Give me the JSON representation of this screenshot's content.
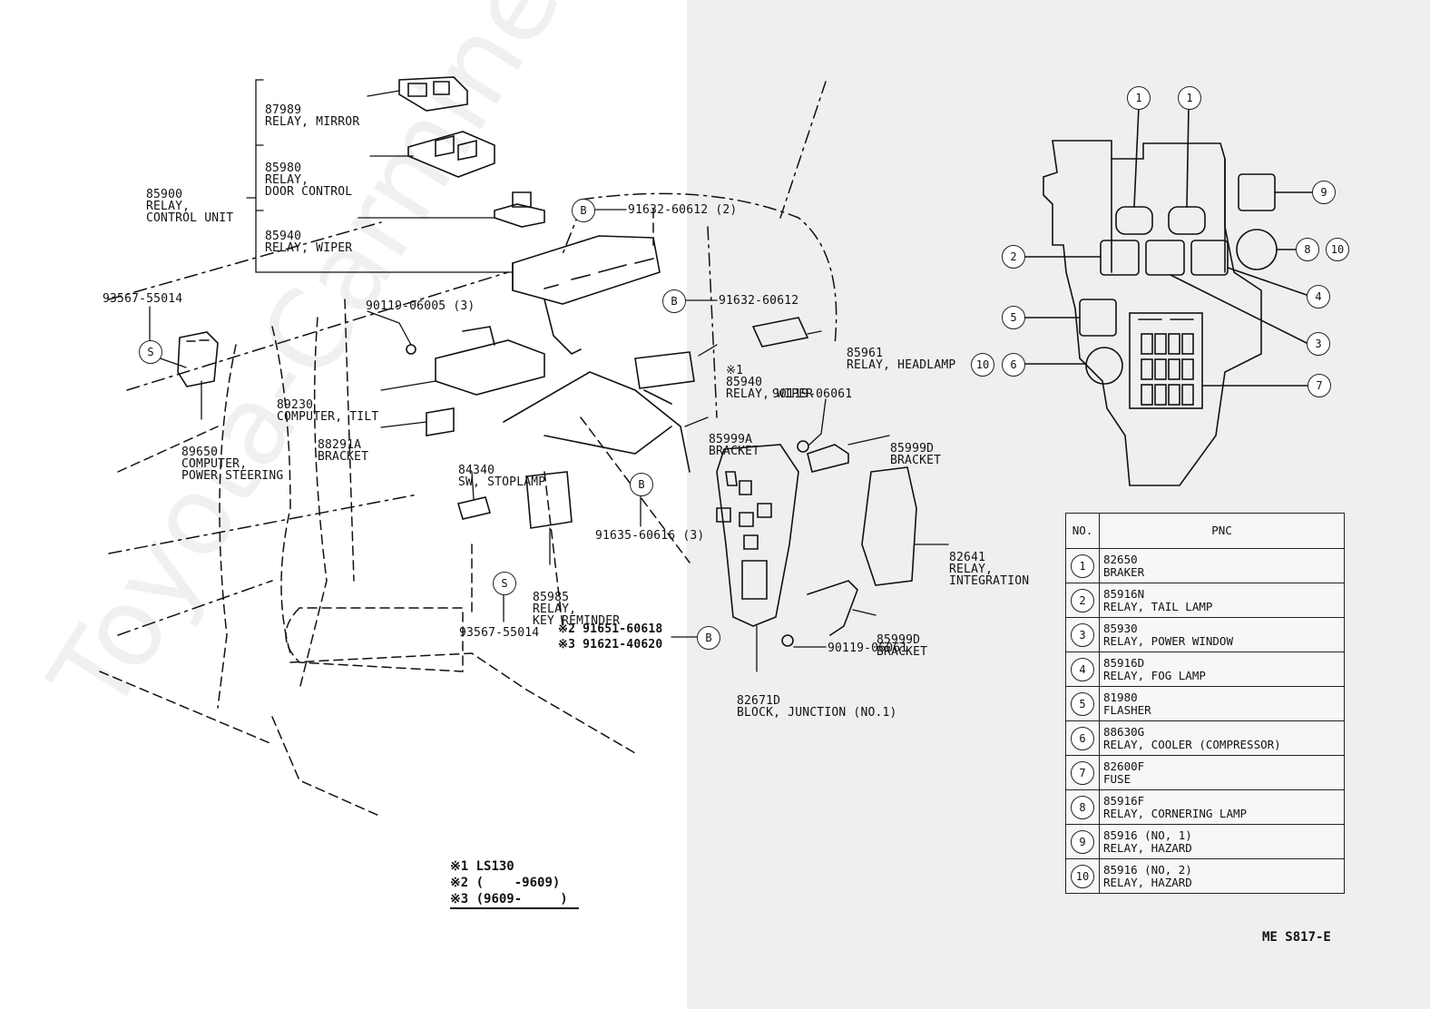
{
  "watermark": "Toyota-Carmine.ru",
  "callouts": {
    "p87989": [
      "87989",
      "RELAY, MIRROR"
    ],
    "p85980": [
      "85980",
      "RELAY,",
      "DOOR CONTROL"
    ],
    "p85900": [
      "85900",
      "RELAY,",
      "CONTROL UNIT"
    ],
    "p85940a": [
      "85940",
      "RELAY, WIPER"
    ],
    "p91632a": "91632-60612 (2)",
    "p91632b": "91632-60612",
    "p93567a": "93567-55014",
    "p90119a": "90119-06005 (3)",
    "p89230": [
      "89230",
      "COMPUTER, TILT"
    ],
    "p85961": [
      "85961",
      "RELAY, HEADLAMP"
    ],
    "p85940b": [
      "※1",
      "85940",
      "RELAY, WIPER"
    ],
    "p89650": [
      "89650",
      "COMPUTER,",
      "POWER STEERING"
    ],
    "p88291": [
      "88291A",
      "BRACKET"
    ],
    "p90119b": "90119-06061",
    "p85999a": [
      "85999A",
      "BRACKET"
    ],
    "p85999d1": [
      "85999D",
      "BRACKET"
    ],
    "p84340": [
      "84340",
      "SW, STOPLAMP"
    ],
    "p91635": "91635-60616 (3)",
    "p82641": [
      "82641",
      "RELAY,",
      "INTEGRATION"
    ],
    "p85985": [
      "85985",
      "RELAY,",
      "KEY REMINDER"
    ],
    "p85999d2": [
      "85999D",
      "BRACKET"
    ],
    "p93567b": "93567-55014",
    "p91651": "※2 91651-60618",
    "p91621": "※3 91621-40620",
    "p90119c": "90119-06061",
    "p82671": [
      "82671D",
      "BLOCK, JUNCTION (NO.1)"
    ]
  },
  "markers": {
    "b": "B",
    "s": "S"
  },
  "notes": [
    "※1 LS130",
    "※2 (    -9609)",
    "※3 (9609-     )"
  ],
  "layout_callouts": [
    "1",
    "1",
    "9",
    "2",
    "8",
    "10",
    "4",
    "5",
    "3",
    "10",
    "6",
    "7"
  ],
  "table": {
    "headers": [
      "NO.",
      "PNC"
    ],
    "rows": [
      {
        "no": "1",
        "pnc": "82650",
        "name": "BRAKER"
      },
      {
        "no": "2",
        "pnc": "85916N",
        "name": "RELAY, TAIL LAMP"
      },
      {
        "no": "3",
        "pnc": "85930",
        "name": "RELAY, POWER WINDOW"
      },
      {
        "no": "4",
        "pnc": "85916D",
        "name": "RELAY, FOG LAMP"
      },
      {
        "no": "5",
        "pnc": "81980",
        "name": "FLASHER"
      },
      {
        "no": "6",
        "pnc": "88630G",
        "name": "RELAY, COOLER (COMPRESSOR)"
      },
      {
        "no": "7",
        "pnc": "82600F",
        "name": "FUSE"
      },
      {
        "no": "8",
        "pnc": "85916F",
        "name": "RELAY, CORNERING LAMP"
      },
      {
        "no": "9",
        "pnc": "85916 (NO, 1)",
        "name": "RELAY, HAZARD"
      },
      {
        "no": "10",
        "pnc": "85916 (NO, 2)",
        "name": "RELAY, HAZARD"
      }
    ]
  },
  "footer_code": "ME S817-E",
  "colors": {
    "ink": "#111111",
    "right_panel": "#efefef"
  }
}
